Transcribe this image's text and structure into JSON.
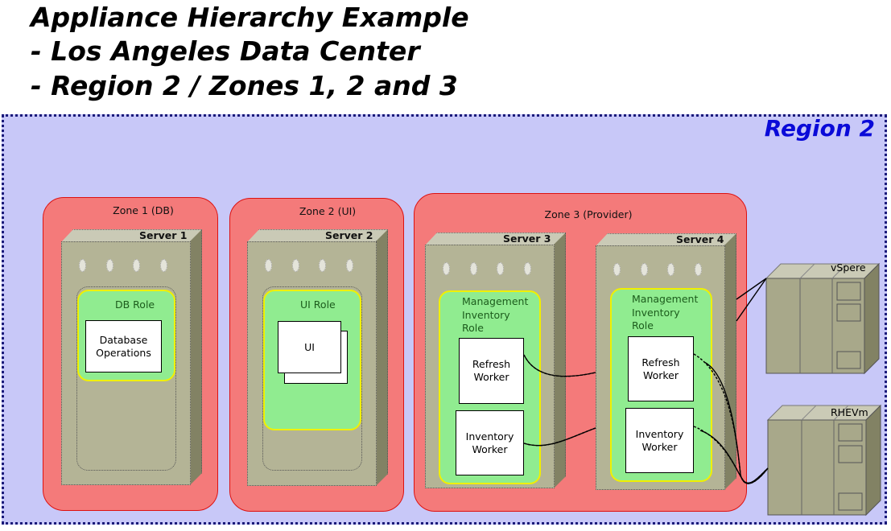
{
  "title": {
    "line1": "Appliance Hierarchy Example",
    "line2": "- Los Angeles Data Center",
    "line3": "- Region 2 / Zones 1, 2 and 3"
  },
  "region": {
    "label": "Region 2"
  },
  "zones": [
    {
      "label": "Zone 1 (DB)",
      "server": "Server 1",
      "role": {
        "label": "DB Role",
        "boxes": [
          "Database\nOperations"
        ]
      }
    },
    {
      "label": "Zone 2 (UI)",
      "server": "Server 2",
      "role": {
        "label": "UI Role",
        "boxes": [
          "UI"
        ]
      }
    },
    {
      "label": "Zone 3 (Provider)",
      "servers": [
        {
          "name": "Server 3",
          "role": {
            "label": "Management\nInventory\nRole",
            "boxes": [
              "Refresh\nWorker",
              "Inventory\nWorker"
            ]
          }
        },
        {
          "name": "Server 4",
          "role": {
            "label": "Management\nInventory\nRole",
            "boxes": [
              "Refresh\nWorker",
              "Inventory\nWorker"
            ]
          }
        }
      ]
    }
  ],
  "external": [
    "vSpere",
    "RHEVm"
  ]
}
